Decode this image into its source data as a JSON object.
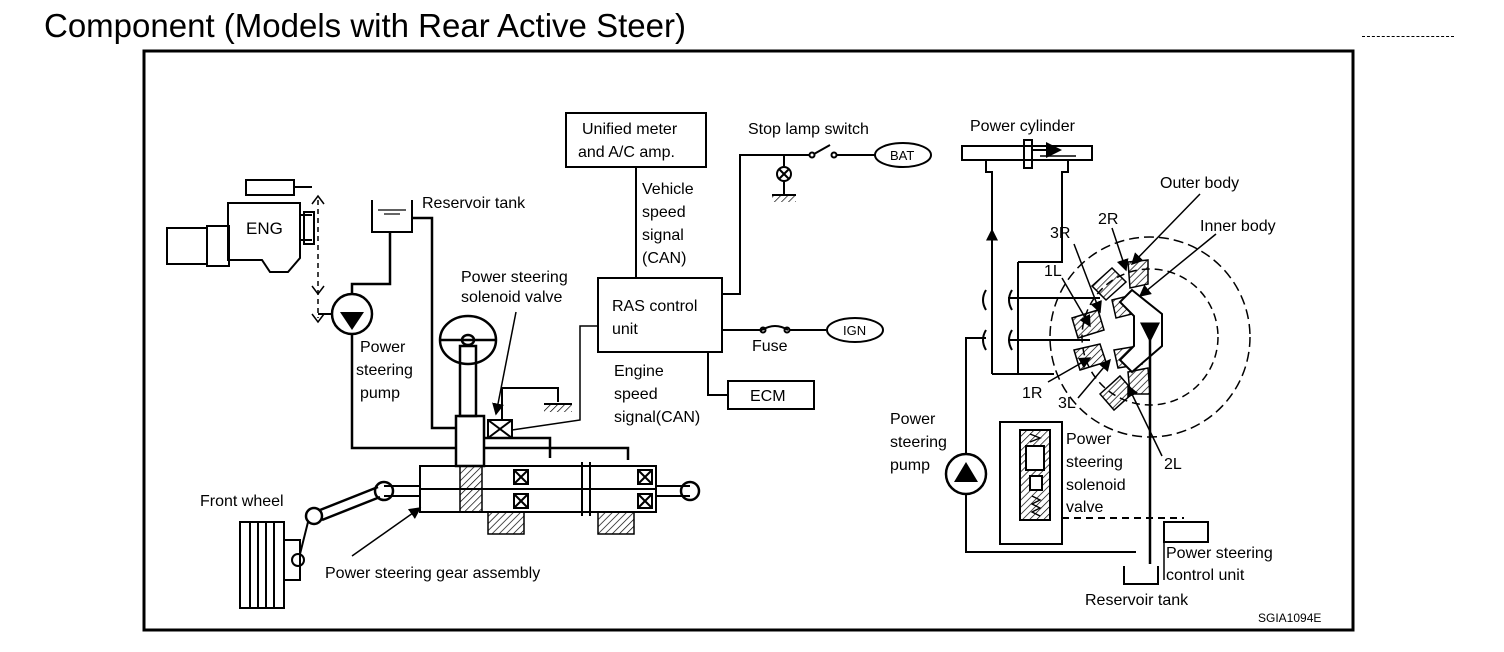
{
  "title": "Component (Models with Rear Active Steer)",
  "labels": {
    "eng": "ENG",
    "reservoir_tank_left": "Reservoir tank",
    "unified_meter_1": "Unified meter",
    "unified_meter_2": "and A/C amp.",
    "stop_lamp_switch": "Stop lamp switch",
    "bat": "BAT",
    "vehicle_speed_1": "Vehicle",
    "vehicle_speed_2": "speed",
    "vehicle_speed_3": "signal",
    "vehicle_speed_4": "(CAN)",
    "ps_solenoid_left_1": "Power steering",
    "ps_solenoid_left_2": "solenoid valve",
    "ras_1": "RAS control",
    "ras_2": "unit",
    "ign": "IGN",
    "fuse": "Fuse",
    "engine_speed_1": "Engine",
    "engine_speed_2": "speed",
    "engine_speed_3": "signal(CAN)",
    "ecm": "ECM",
    "ps_pump_left_1": "Power",
    "ps_pump_left_2": "steering",
    "ps_pump_left_3": "pump",
    "front_wheel": "Front wheel",
    "ps_gear_assembly": "Power steering gear assembly",
    "power_cylinder": "Power cylinder",
    "outer_body": "Outer body",
    "inner_body": "Inner body",
    "port_3r": "3R",
    "port_2r": "2R",
    "port_1l": "1L",
    "port_1r": "1R",
    "port_3l": "3L",
    "port_2l": "2L",
    "ps_pump_right_1": "Power",
    "ps_pump_right_2": "steering",
    "ps_pump_right_3": "pump",
    "ps_solenoid_right_1": "Power",
    "ps_solenoid_right_2": "steering",
    "ps_solenoid_right_3": "solenoid",
    "ps_solenoid_right_4": "valve",
    "ps_control_unit_1": "Power steering",
    "ps_control_unit_2": "control unit",
    "reservoir_tank_right": "Reservoir tank",
    "figure_code": "SGIA1094E"
  }
}
